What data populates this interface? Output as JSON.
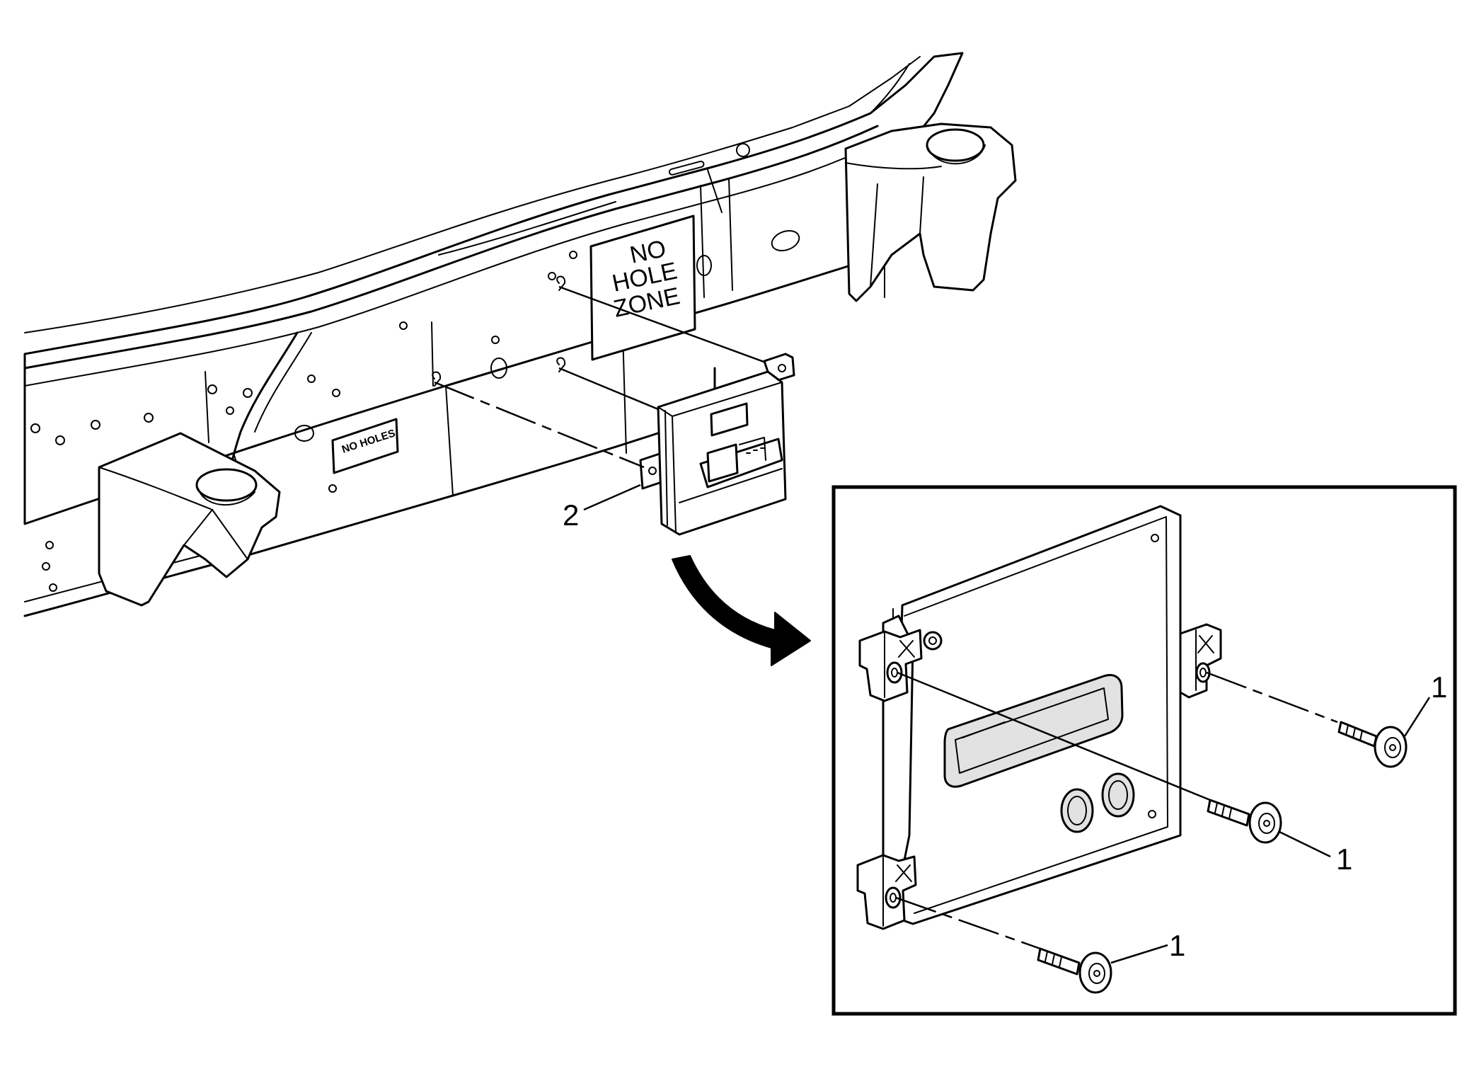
{
  "frame_sign": {
    "line1": "NO",
    "line2": "HOLE",
    "line3": "ZONE"
  },
  "small_sign": "NO HOLES",
  "callouts": {
    "module": "2",
    "bolt_upper": "1",
    "bolt_middle": "1",
    "bolt_lower": "1"
  }
}
